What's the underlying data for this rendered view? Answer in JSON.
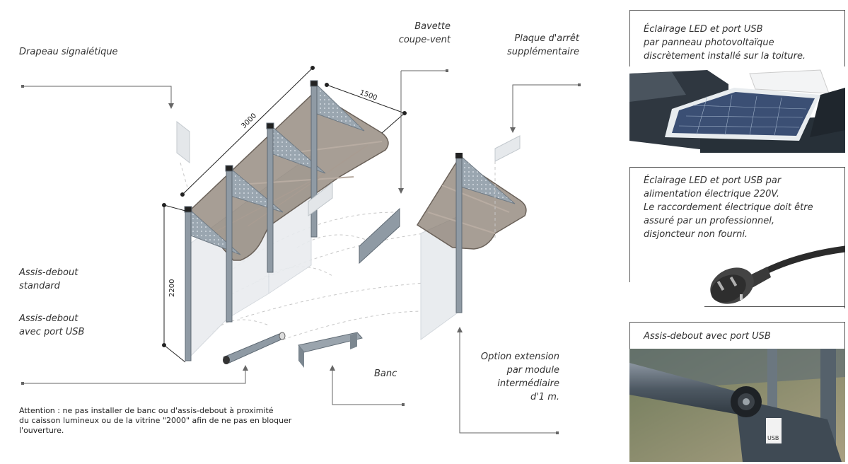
{
  "labels": {
    "drapeau": "Drapeau signalétique",
    "bavette_l1": "Bavette",
    "bavette_l2": "coupe-vent",
    "plaque_l1": "Plaque d'arrêt",
    "plaque_l2": "supplémentaire",
    "assis_standard_l1": "Assis-debout",
    "assis_standard_l2": "standard",
    "assis_usb_l1": "Assis-debout",
    "assis_usb_l2": "avec port USB",
    "banc": "Banc",
    "option_l1": "Option extension",
    "option_l2": "par module",
    "option_l3": "intermédiaire",
    "option_l4": "d'1 m."
  },
  "dimensions": {
    "length": "3000",
    "depth": "1500",
    "height": "2200"
  },
  "note": {
    "l1": "Attention : ne pas installer de banc ou d'assis-debout à proximité",
    "l2": "du caisson lumineux ou de la vitrine \"2000\" afin de ne pas en bloquer",
    "l3": "l'ouverture."
  },
  "panels": {
    "solar": {
      "l1": "Éclairage LED et port USB",
      "l2": "par panneau photovoltaïque",
      "l3": "discrètement installé sur la toiture."
    },
    "electric": {
      "l1": "Éclairage LED et port USB par",
      "l2": "alimentation électrique 220V.",
      "l3": "Le raccordement électrique doit être",
      "l4": "assuré par un professionnel,",
      "l5": "disjoncteur non fourni."
    },
    "usb": {
      "l1": "Assis-debout avec port USB",
      "usb_mark": "USB"
    }
  },
  "colors": {
    "frame": "#8f9aa4",
    "roof": "#8a7d72",
    "glass": "#e8ebee",
    "leader": "#666666"
  }
}
